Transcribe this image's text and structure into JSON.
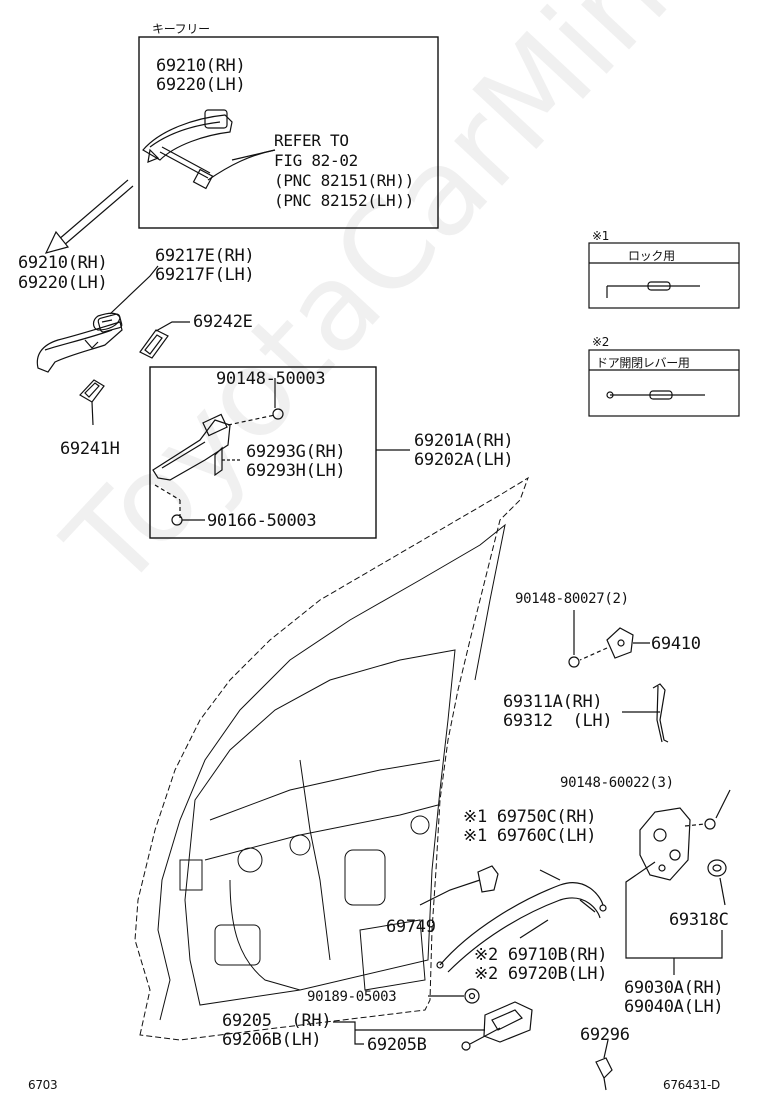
{
  "watermark": "ToyotaCarMine.ru",
  "keyfree": {
    "title": "キーフリー",
    "code_rh": "69210(RH)",
    "code_lh": "69220(LH)",
    "refer": [
      "REFER TO",
      "FIG 82-02",
      "(PNC 82151(RH))",
      "(PNC 82152(LH))"
    ]
  },
  "labels": {
    "handle_rh": "69210(RH)",
    "handle_lh": "69220(LH)",
    "cover_e": "69217E(RH)",
    "cover_f": "69217F(LH)",
    "pad_242e": "69242E",
    "pad_241h": "69241H",
    "screw_a": "90148-50003",
    "screw_b": "90166-50003",
    "frame_g": "69293G(RH)",
    "frame_h": "69293H(LH)",
    "frame_assy_rh": "69201A(RH)",
    "frame_assy_lh": "69202A(LH)",
    "screw_c": "90148-80027(2)",
    "striker": "69410",
    "rod_rh": "69311A(RH)",
    "rod_lh": "69312  (LH)",
    "screw_d": "90148-60022(3)",
    "cable1_rh": "※1 69750C(RH)",
    "cable1_lh": "※1 69760C(LH)",
    "clip": "69749",
    "cushion": "69318C",
    "cable2_rh": "※2 69710B(RH)",
    "cable2_lh": "※2 69720B(LH)",
    "lock_rh": "69030A(RH)",
    "lock_lh": "69040A(LH)",
    "bolt": "90189-05003",
    "inner_rh": "69205  (RH)",
    "inner_lh": "69206B(LH)",
    "inner_b": "69205B",
    "screw_e": "69296"
  },
  "legend": {
    "note1_mark": "※1",
    "note1_text": "ロック用",
    "note2_mark": "※2",
    "note2_text": "ドア開閉レバー用"
  },
  "footer": {
    "left_code": "6703",
    "right_code": "676431-D"
  }
}
